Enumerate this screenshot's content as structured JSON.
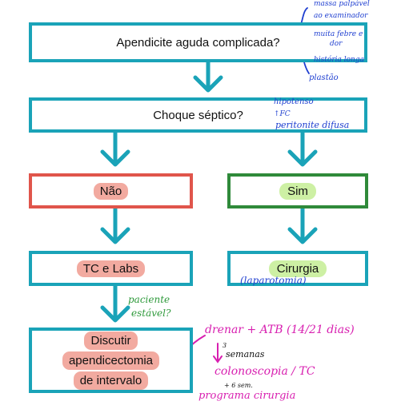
{
  "nodes": {
    "n1": "Apendicite aguda complicada?",
    "n2": "Choque séptico?",
    "nao": "Não",
    "sim": "Sim",
    "tc": "TC e Labs",
    "cir": "Cirurgia",
    "disc1": "Discutir",
    "disc2": "apendicectomia",
    "disc3": "de intervalo"
  },
  "notes": {
    "a1": "massa palpável",
    "a2": "ao examinador",
    "a3": "muita febre e",
    "a4": "dor",
    "a5": "história longa",
    "a6": "plastão",
    "b1": "hipotenso",
    "b2": "↑FC",
    "b3": "peritonite difusa",
    "c1": "(laparotomia)",
    "d1": "paciente",
    "d2": "estável?",
    "e1": "drenar + ATB (14/21 dias)",
    "e2": "3",
    "e3": "semanas",
    "e4": "colonoscopia / TC",
    "e5": "+ 6 sem.",
    "e6": "programa cirurgia"
  },
  "colors": {
    "teal": "#1aa3b8",
    "red": "#e0554b",
    "green": "#2f8a3a",
    "ink_blue": "#1f3fd0",
    "ink_green": "#2f9a3c",
    "ink_magenta": "#d81fb0"
  }
}
